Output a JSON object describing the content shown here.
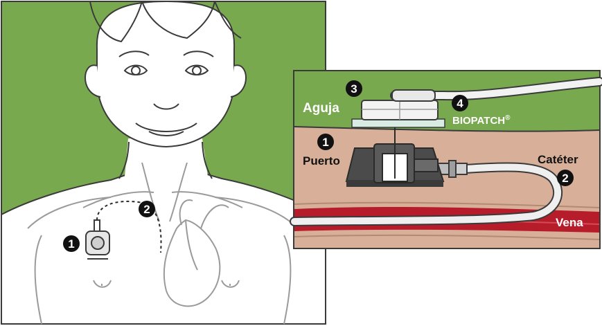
{
  "colors": {
    "background_green": "#78a94f",
    "skin": "#ffffff",
    "outline": "#3a3a3a",
    "tissue": "#d8b09a",
    "tissue_line": "#b38a72",
    "vein": "#b71c2b",
    "port_dark": "#4b4b4b",
    "badge": "#111111",
    "label_white": "#ffffff"
  },
  "numbers": {
    "one": "1",
    "two": "2",
    "three": "3",
    "four": "4"
  },
  "labels": {
    "aguja": "Aguja",
    "biopatch": "BIOPATCH",
    "registered": "®",
    "puerto": "Puerto",
    "cateter": "Catéter",
    "vena": "Vena"
  }
}
